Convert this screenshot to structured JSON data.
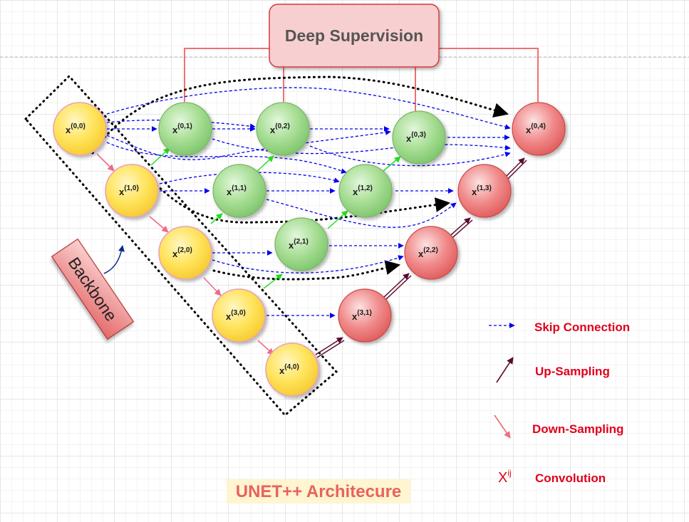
{
  "title": "UNET++ Architecure",
  "deep_supervision_label": "Deep Supervision",
  "backbone_label": "Backbone",
  "colors": {
    "backbone_node": "#ffe35a",
    "nested_node": "#9fd98c",
    "decoder_node": "#f07a7a",
    "skip_connection": "#0000ee",
    "up_sampling": "#5a0a2e",
    "down_sampling": "#f06a8a",
    "deep_supervision": "#f08080"
  },
  "nodes": [
    {
      "id": "x00",
      "base": "x",
      "sup": "(0,0)",
      "group": "backbone"
    },
    {
      "id": "x10",
      "base": "x",
      "sup": "(1,0)",
      "group": "backbone"
    },
    {
      "id": "x20",
      "base": "x",
      "sup": "(2,0)",
      "group": "backbone"
    },
    {
      "id": "x30",
      "base": "x",
      "sup": "(3,0)",
      "group": "backbone"
    },
    {
      "id": "x40",
      "base": "x",
      "sup": "(4,0)",
      "group": "backbone"
    },
    {
      "id": "x01",
      "base": "x",
      "sup": "(0,1)",
      "group": "nested"
    },
    {
      "id": "x02",
      "base": "x",
      "sup": "(0,2)",
      "group": "nested"
    },
    {
      "id": "x03",
      "base": "x",
      "sup": "(0,3)",
      "group": "nested"
    },
    {
      "id": "x11",
      "base": "x",
      "sup": "(1,1)",
      "group": "nested"
    },
    {
      "id": "x12",
      "base": "x",
      "sup": "(1,2)",
      "group": "nested"
    },
    {
      "id": "x21",
      "base": "x",
      "sup": "(2,1)",
      "group": "nested"
    },
    {
      "id": "x04",
      "base": "x",
      "sup": "(0,4)",
      "group": "decoder"
    },
    {
      "id": "x13",
      "base": "x",
      "sup": "(1,3)",
      "group": "decoder"
    },
    {
      "id": "x22",
      "base": "x",
      "sup": "(2,2)",
      "group": "decoder"
    },
    {
      "id": "x31",
      "base": "x",
      "sup": "(3,1)",
      "group": "decoder"
    }
  ],
  "legend": {
    "skip_connection": "Skip Connection",
    "up_sampling": "Up-Sampling",
    "down_sampling": "Down-Sampling",
    "convolution_symbol_base": "X",
    "convolution_symbol_sup": "ij",
    "convolution": "Convolution"
  }
}
